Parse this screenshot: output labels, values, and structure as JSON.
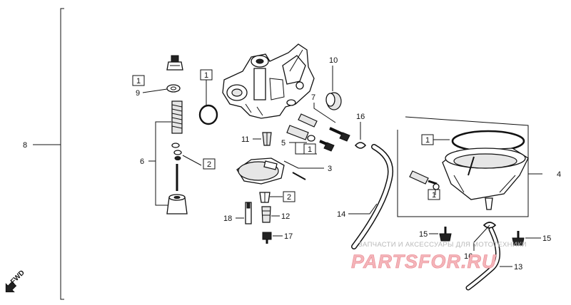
{
  "callouts": {
    "c1": "1",
    "c2": "2",
    "c3": "3",
    "c4": "4",
    "c5": "5",
    "c6": "6",
    "c7": "7",
    "c8": "8",
    "c9": "9",
    "c10": "10",
    "c11": "11",
    "c12": "12",
    "c13": "13",
    "c14": "14",
    "c15a": "15",
    "c15b": "15",
    "c16a": "16",
    "c16b": "16",
    "c17": "17",
    "c18": "18"
  },
  "boxed_refs": {
    "b_main": "1",
    "b_jet_left": "1",
    "b_screw": "1",
    "b_bowl_top": "1",
    "b_bowl_bottom": "1",
    "b_needle": "2",
    "b_jet": "2"
  },
  "direction_marker": "FWD",
  "watermark": {
    "line1": "ЗАПЧАСТИ И АКСЕССУАРЫ ДЛЯ МОТОТЕХНИКИ",
    "line2": "PARTSFOR.RU"
  }
}
